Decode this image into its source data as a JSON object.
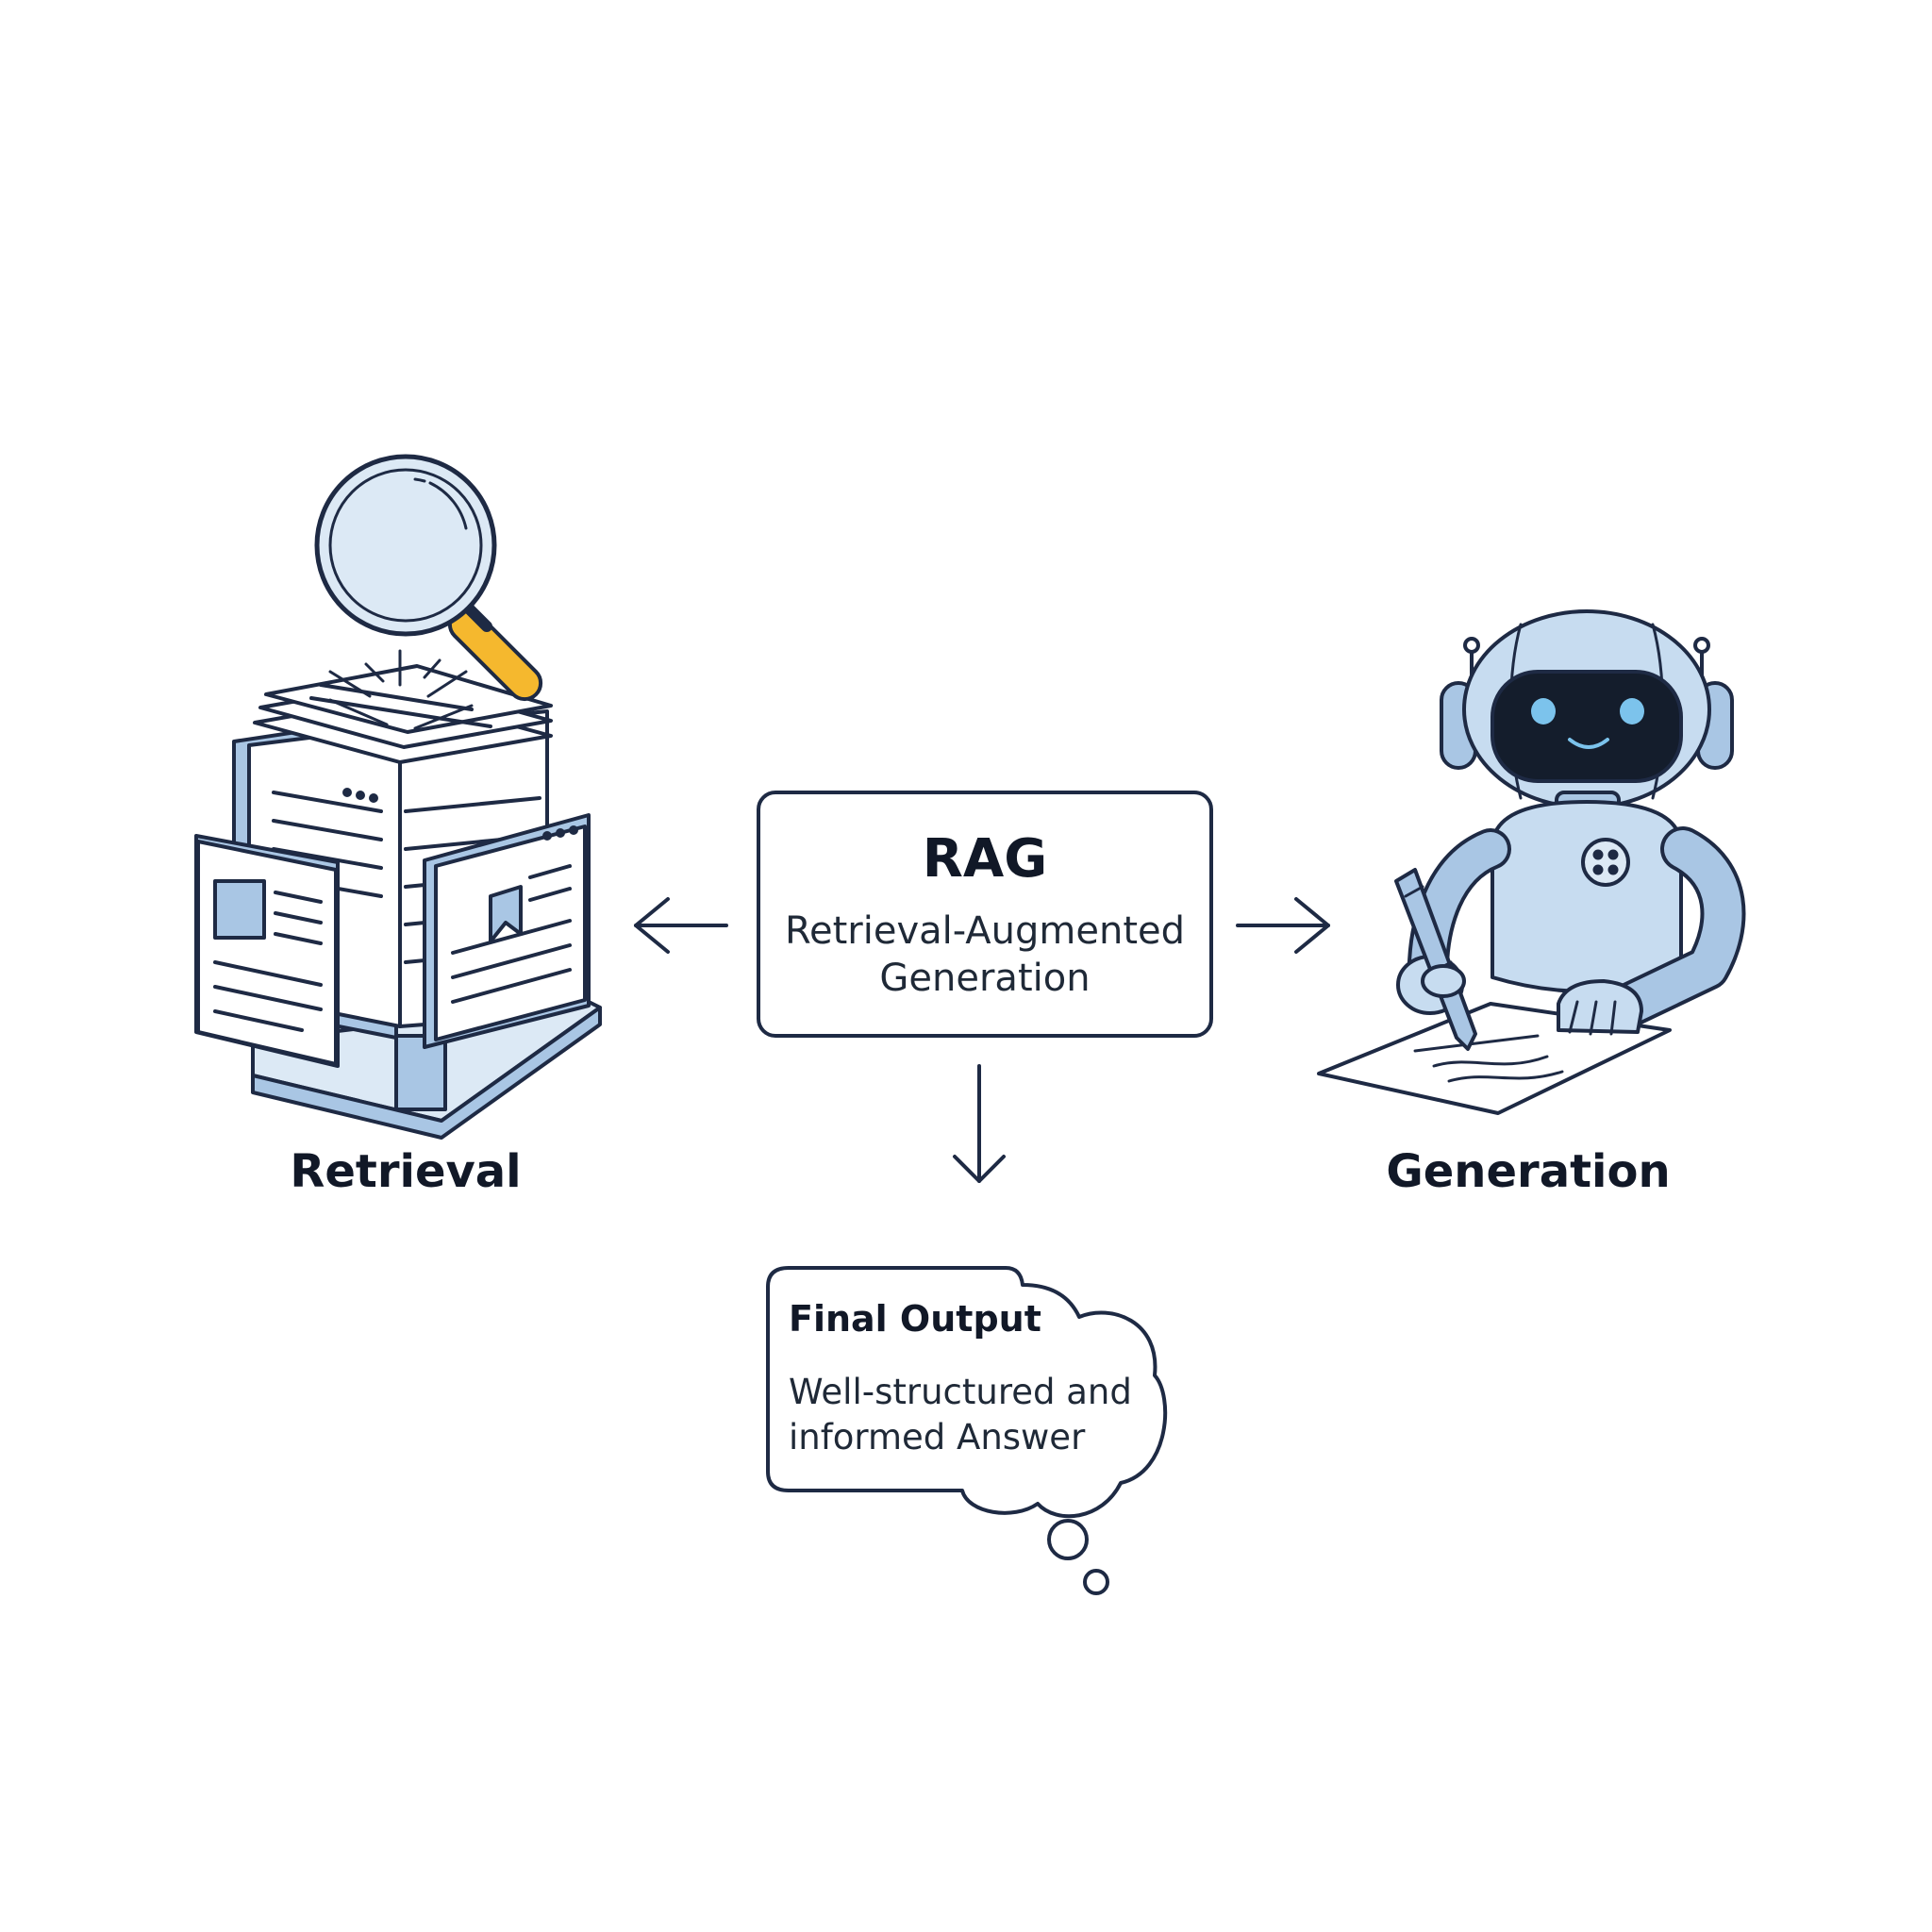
{
  "center": {
    "title": "RAG",
    "subtitle": "Retrieval-Augmented Generation"
  },
  "left": {
    "label": "Retrieval",
    "icons": [
      "magnifying-glass-icon",
      "document-stack-icon",
      "book-stack-icon"
    ]
  },
  "right": {
    "label": "Generation",
    "icons": [
      "robot-icon",
      "pen-icon",
      "paper-icon"
    ]
  },
  "output": {
    "title": "Final Output",
    "body": "Well-structured and informed Answer"
  },
  "colors": {
    "outline": "#1e2a44",
    "accent_blue": "#a9c6e4",
    "light_blue": "#dce9f5",
    "handle_yellow": "#f5b82e",
    "visor": "#141d2c",
    "eyes": "#7cc3ec",
    "background": "#ffffff"
  }
}
